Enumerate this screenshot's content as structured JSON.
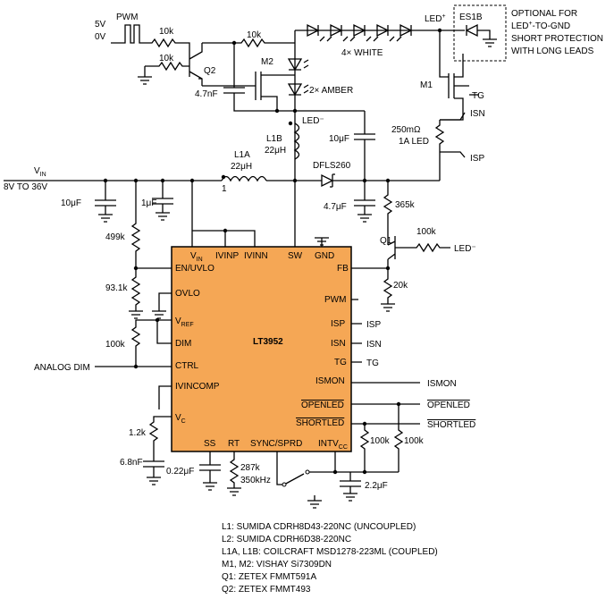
{
  "chip": {
    "name": "LT3952",
    "pins_top": [
      "V_IN",
      "IVINP",
      "IVINN",
      "SW",
      "GND"
    ],
    "vin_main": "V",
    "vin_sub": "IN",
    "pins_left": {
      "en": "EN/UVLO",
      "ovlo": "OVLO",
      "vref_main": "V",
      "vref_sub": "REF",
      "dim": "DIM",
      "ctrl": "CTRL",
      "ivincomp": "IVINCOMP",
      "vc_main": "V",
      "vc_sub": "C"
    },
    "pins_right": {
      "fb": "FB",
      "pwm": "PWM",
      "isp": "ISP",
      "isn": "ISN",
      "tg": "TG",
      "ismon": "ISMON",
      "openled": "OPENLED",
      "shortled": "SHORTLED",
      "intv_main": "INTV",
      "intv_sub": "CC"
    },
    "pins_bottom": {
      "ss": "SS",
      "rt": "RT",
      "sync": "SYNC/SPRD"
    }
  },
  "inputs": {
    "vin_main": "V",
    "vin_sub": "IN",
    "vin_range": "8V TO 36V",
    "pwm_5v": "5V",
    "pwm_0v": "0V",
    "pwm_label": "PWM",
    "analog_dim": "ANALOG DIM"
  },
  "components": {
    "r_pwm1": "10k",
    "r_pwm2": "10k",
    "q2": "Q2",
    "r_m2": "10k",
    "m2": "M2",
    "c_m2": "4.7nF",
    "leds_white": "4× WHITE",
    "leds_amber": "2× AMBER",
    "led_plus_main": "LED",
    "led_plus_sup": "+",
    "led_minus": "LED⁻",
    "es1b": "ES1B",
    "optional_line1": "OPTIONAL FOR",
    "optional_line2_main": "LED",
    "optional_line2_sup": "+",
    "optional_line2_rest": "-TO-GND",
    "optional_line3": "SHORT PROTECTION",
    "optional_line4": "WITH LONG LEADS",
    "m1": "M1",
    "tg": "TG",
    "isn": "ISN",
    "isp": "ISP",
    "r_sense": "250mΩ",
    "r_sense_note": "1A LED",
    "l1b": "L1B",
    "l1b_val": "22μH",
    "c_10u_top": "10μF",
    "l1a": "L1A",
    "l1a_val": "22μH",
    "dot_1": "1",
    "diode": "DFLS260",
    "c_47u": "4.7μF",
    "r_365k": "365k",
    "c_10u_in": "10μF",
    "c_1u": "1μF",
    "r_499k": "499k",
    "r_931k": "93.1k",
    "r_100k_dim": "100k",
    "r_12k": "1.2k",
    "c_68n": "6.8nF",
    "c_022u": "0.22μF",
    "r_287k": "287k",
    "rt_freq": "350kHz",
    "c_22u": "2.2μF",
    "r_100k_a": "100k",
    "r_100k_b": "100k",
    "q1": "Q1",
    "r_100k_q1": "100k",
    "q1_led_minus": "LED⁻",
    "r_20k": "20k",
    "ext_isp": "ISP",
    "ext_isn": "ISN",
    "ext_tg": "TG",
    "ext_ismon": "ISMON",
    "ext_openled": "OPENLED",
    "ext_shortled": "SHORTLED"
  },
  "notes": [
    "L1: SUMIDA CDRH8D43-220NC (UNCOUPLED)",
    "L2: SUMIDA CDRH6D38-220NC",
    "L1A, L1B: COILCRAFT MSD1278-223ML (COUPLED)",
    "M1, M2: VISHAY Si7309DN",
    "Q1: ZETEX FMMT591A",
    "Q2: ZETEX FMMT493"
  ],
  "colors": {
    "chip_fill": "#f5a755",
    "line": "#000000",
    "background": "#ffffff"
  }
}
